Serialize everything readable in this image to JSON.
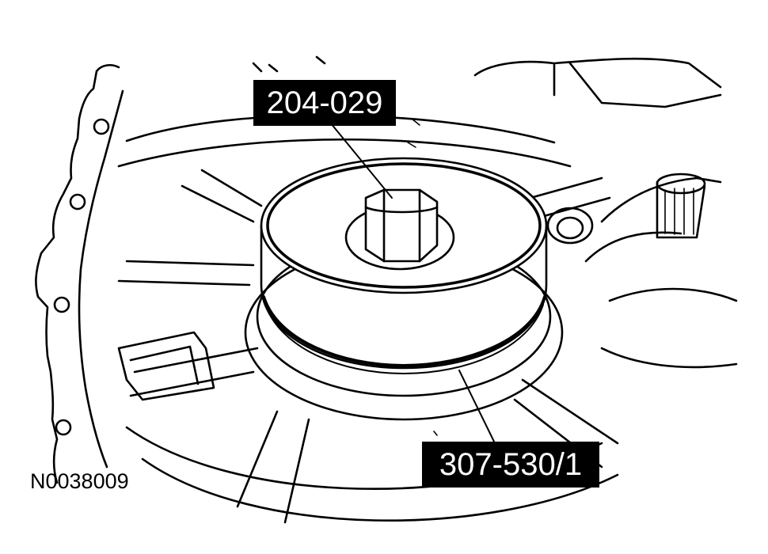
{
  "callouts": [
    {
      "label": "204-029",
      "part": "bolt"
    },
    {
      "label": "307-530/1",
      "part": "installer-tool"
    }
  ],
  "figure_id": "N0038009",
  "colors": {
    "line": "#000000",
    "background": "#ffffff",
    "label_bg": "#000000",
    "label_text": "#ffffff"
  }
}
